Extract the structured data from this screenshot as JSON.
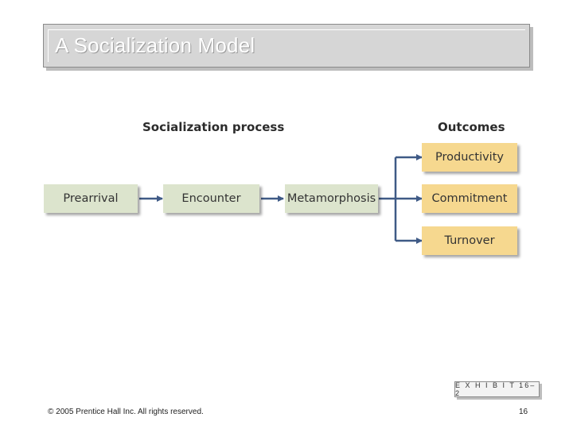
{
  "slide": {
    "title": "A Socialization Model",
    "exhibit_label": "E X H I B I T 16–2",
    "copyright": "© 2005 Prentice Hall Inc. All rights reserved.",
    "page_number": "16"
  },
  "diagram": {
    "process_heading": "Socialization process",
    "outcomes_heading": "Outcomes",
    "process_steps": [
      "Prearrival",
      "Encounter",
      "Metamorphosis"
    ],
    "outcomes": [
      "Productivity",
      "Commitment",
      "Turnover"
    ],
    "colors": {
      "process_box": "#dce4cd",
      "outcome_box": "#f6d88f",
      "arrow": "#3f5a86"
    }
  }
}
